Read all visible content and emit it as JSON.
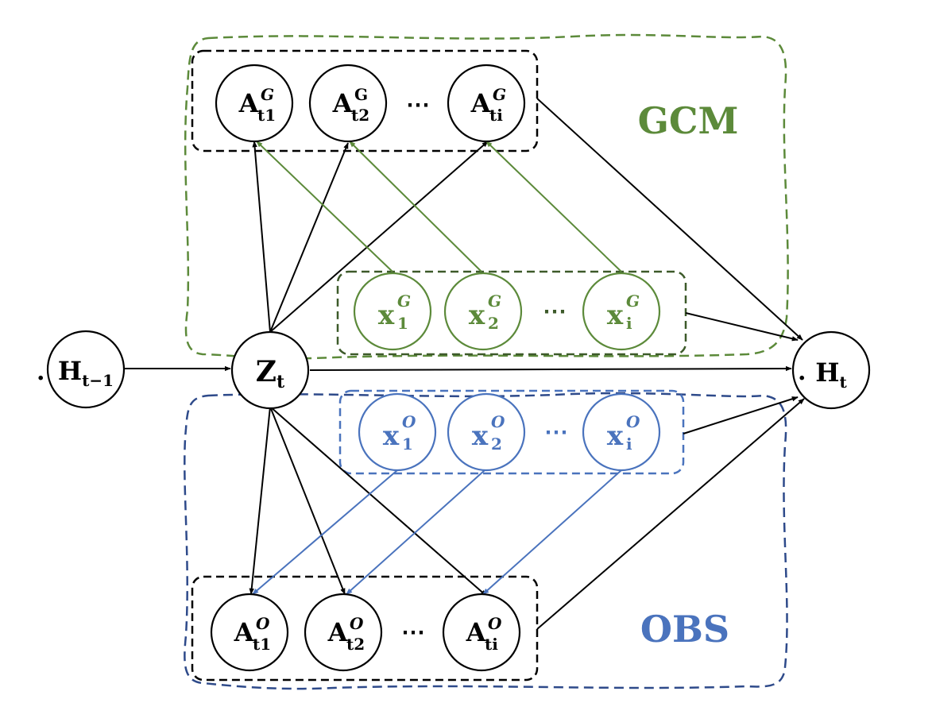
{
  "colors": {
    "black": "#000000",
    "green": "#5c8a3a",
    "green_dark": "#3d5a2a",
    "blue": "#4a73bd",
    "blue_dark": "#2e4a8a"
  },
  "groups": {
    "gcm": {
      "label": "GCM"
    },
    "obs": {
      "label": "OBS"
    }
  },
  "nodes": {
    "h_prev": {
      "base": "H",
      "sub": "t−1",
      "prefix": "."
    },
    "z_t": {
      "base": "Z",
      "sub": "t"
    },
    "h_t": {
      "base": "H",
      "sub": "t",
      "prefix": "."
    },
    "a_g1": {
      "base": "A",
      "sub": "t1",
      "sup": "G"
    },
    "a_g2": {
      "base": "A",
      "sub": "t2",
      "sup": "G"
    },
    "a_gi": {
      "base": "A",
      "sub": "ti",
      "sup": "G"
    },
    "x_g1": {
      "base": "x",
      "sub": "1",
      "sup": "G"
    },
    "x_g2": {
      "base": "x",
      "sub": "2",
      "sup": "G"
    },
    "x_gi": {
      "base": "x",
      "sub": "i",
      "sup": "G"
    },
    "x_o1": {
      "base": "x",
      "sub": "1",
      "sup": "O"
    },
    "x_o2": {
      "base": "x",
      "sub": "2",
      "sup": "O"
    },
    "x_oi": {
      "base": "x",
      "sub": "i",
      "sup": "O"
    },
    "a_o1": {
      "base": "A",
      "sub": "t1",
      "sup": "O"
    },
    "a_o2": {
      "base": "A",
      "sub": "t2",
      "sup": "O"
    },
    "a_oi": {
      "base": "A",
      "sub": "ti",
      "sup": "O"
    }
  },
  "ellipsis": "⋯"
}
